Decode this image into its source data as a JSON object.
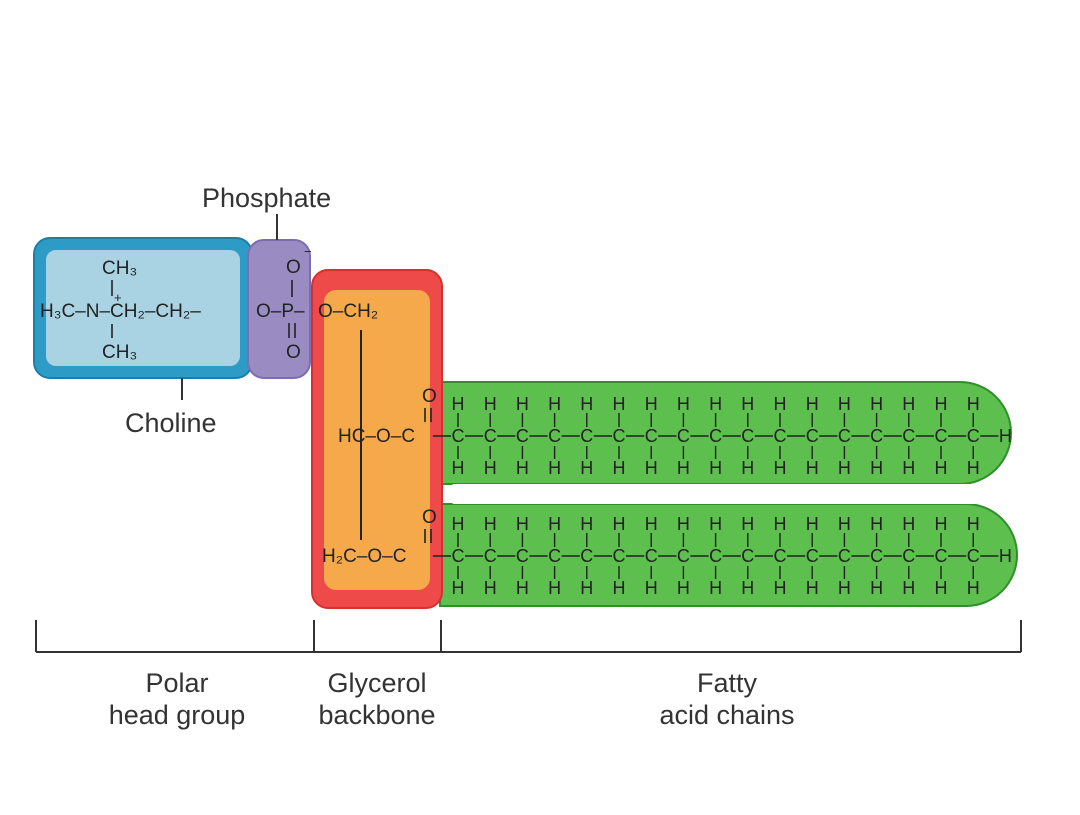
{
  "diagram": {
    "labels": {
      "phosphate": "Phosphate",
      "choline": "Choline"
    },
    "choline_group": {
      "top": "CH₃",
      "row": "H₃C–N–CH₂–CH₂–",
      "bottom": "CH₃",
      "charge": "+"
    },
    "phosphate_group": {
      "top": "O",
      "charge": "−",
      "row": "O–P–",
      "bottom": "O"
    },
    "glycerol_group": {
      "top_row": "O–CH₂",
      "mid_row": "HC–O–C",
      "bottom_row": "H₂C–O–C",
      "carbonyl": "O"
    },
    "fatty_acid_chain": {
      "carbon": "C",
      "hydrogen": "H",
      "carbons_per_chain": 17,
      "chain_count": 2
    },
    "regions": [
      {
        "line1": "Polar",
        "line2": "head group"
      },
      {
        "line1": "Glycerol",
        "line2": "backbone"
      },
      {
        "line1": "Fatty",
        "line2": "acid chains"
      }
    ],
    "colors": {
      "choline_outer": "#2e9bc6",
      "choline_inner": "#a9d3e2",
      "phosphate": "#9a8cc2",
      "glycerol_outer": "#ee4a4a",
      "glycerol_inner": "#f5a94a",
      "fatty_acid": "#5cbf4e",
      "fatty_acid_edge": "#2f8f2a"
    }
  }
}
